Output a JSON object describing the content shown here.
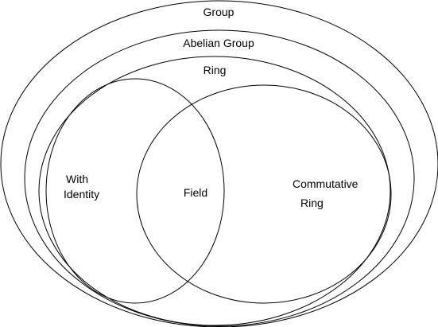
{
  "diagram": {
    "type": "venn / nested sets",
    "sets": {
      "group": "Group",
      "abelian_group": "Abelian Group",
      "ring": "Ring",
      "with_identity": [
        "With",
        "Identity"
      ],
      "commutative_ring": [
        "Commutative",
        "Ring"
      ],
      "field": "Field"
    },
    "colors": {
      "stroke": "#000000",
      "background": "#ffffff",
      "text": "#000000"
    }
  }
}
